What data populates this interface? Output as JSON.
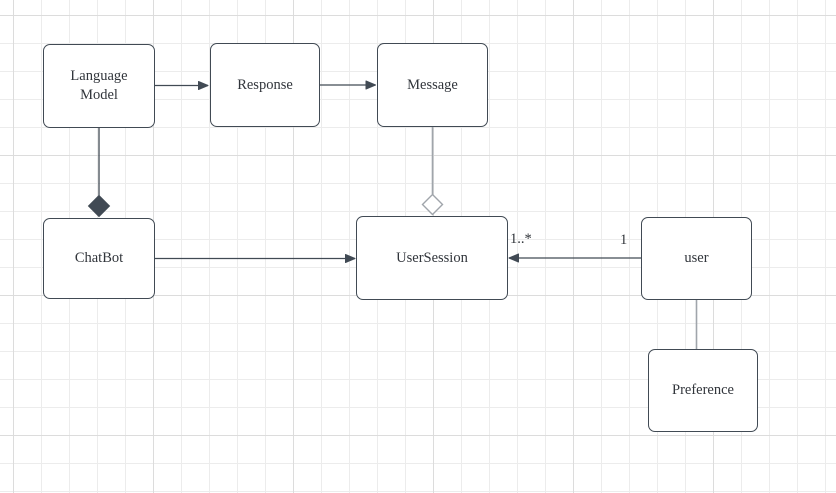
{
  "diagram": {
    "nodes": [
      {
        "id": "language-model",
        "label": "Language\nModel"
      },
      {
        "id": "response",
        "label": "Response"
      },
      {
        "id": "message",
        "label": "Message"
      },
      {
        "id": "chatbot",
        "label": "ChatBot"
      },
      {
        "id": "usersession",
        "label": "UserSession"
      },
      {
        "id": "user",
        "label": "user"
      },
      {
        "id": "preference",
        "label": "Preference"
      }
    ],
    "edges": [
      {
        "id": "language-model-to-response",
        "type": "directed-association",
        "from": "language-model",
        "to": "response"
      },
      {
        "id": "response-to-message",
        "type": "directed-association",
        "from": "response",
        "to": "message"
      },
      {
        "id": "language-model-chatbot",
        "type": "composition",
        "from": "language-model",
        "to": "chatbot",
        "diamond_at": "chatbot"
      },
      {
        "id": "message-usersession",
        "type": "aggregation",
        "from": "message",
        "to": "usersession",
        "diamond_at": "usersession"
      },
      {
        "id": "chatbot-to-usersession",
        "type": "directed-association",
        "from": "chatbot",
        "to": "usersession"
      },
      {
        "id": "user-to-usersession",
        "type": "directed-association",
        "from": "user",
        "to": "usersession",
        "source_multiplicity": "1",
        "target_multiplicity": "1..*"
      },
      {
        "id": "user-to-preference",
        "type": "association",
        "from": "user",
        "to": "preference"
      }
    ]
  },
  "colors": {
    "bg": "#ffffff",
    "grid_minor": "#ececec",
    "grid_major": "#dcdcdc",
    "stroke_dark": "#414a54",
    "stroke_light": "#a0a5ab",
    "text": "#31353b"
  }
}
